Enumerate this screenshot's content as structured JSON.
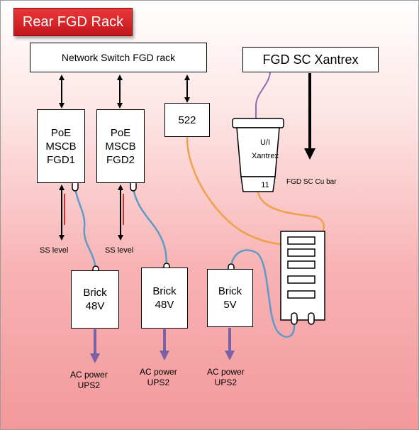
{
  "title": "Rear FGD Rack",
  "network_switch": "Network Switch FGD rack",
  "xantrex_title": "FGD SC Xantrex",
  "poe1": {
    "line1": "PoE",
    "line2": "MSCB",
    "line3": "FGD1"
  },
  "poe2": {
    "line1": "PoE",
    "line2": "MSCB",
    "line3": "FGD2"
  },
  "box_522": "522",
  "xantrex_unit": {
    "line1": "U/I",
    "line2": "Xantrex",
    "channel": "11"
  },
  "cu_bar": "FGD SC Cu bar",
  "ss_level_1": "SS level",
  "ss_level_2": "SS level",
  "brick1": {
    "line1": "Brick",
    "line2": "48V"
  },
  "brick2": {
    "line1": "Brick",
    "line2": "48V"
  },
  "brick3": {
    "line1": "Brick",
    "line2": "5V"
  },
  "ac1": {
    "line1": "AC power",
    "line2": "UPS2"
  },
  "ac2": {
    "line1": "AC power",
    "line2": "UPS2"
  },
  "ac3": {
    "line1": "AC power",
    "line2": "UPS2"
  },
  "colors": {
    "title_red": "#d0262b",
    "cable_blue": "#5b9bc9",
    "cable_orange": "#f0a04a",
    "cable_purple": "#8c6fb2",
    "arrow_purple": "#7a61a6",
    "red_line": "#c0392b"
  }
}
